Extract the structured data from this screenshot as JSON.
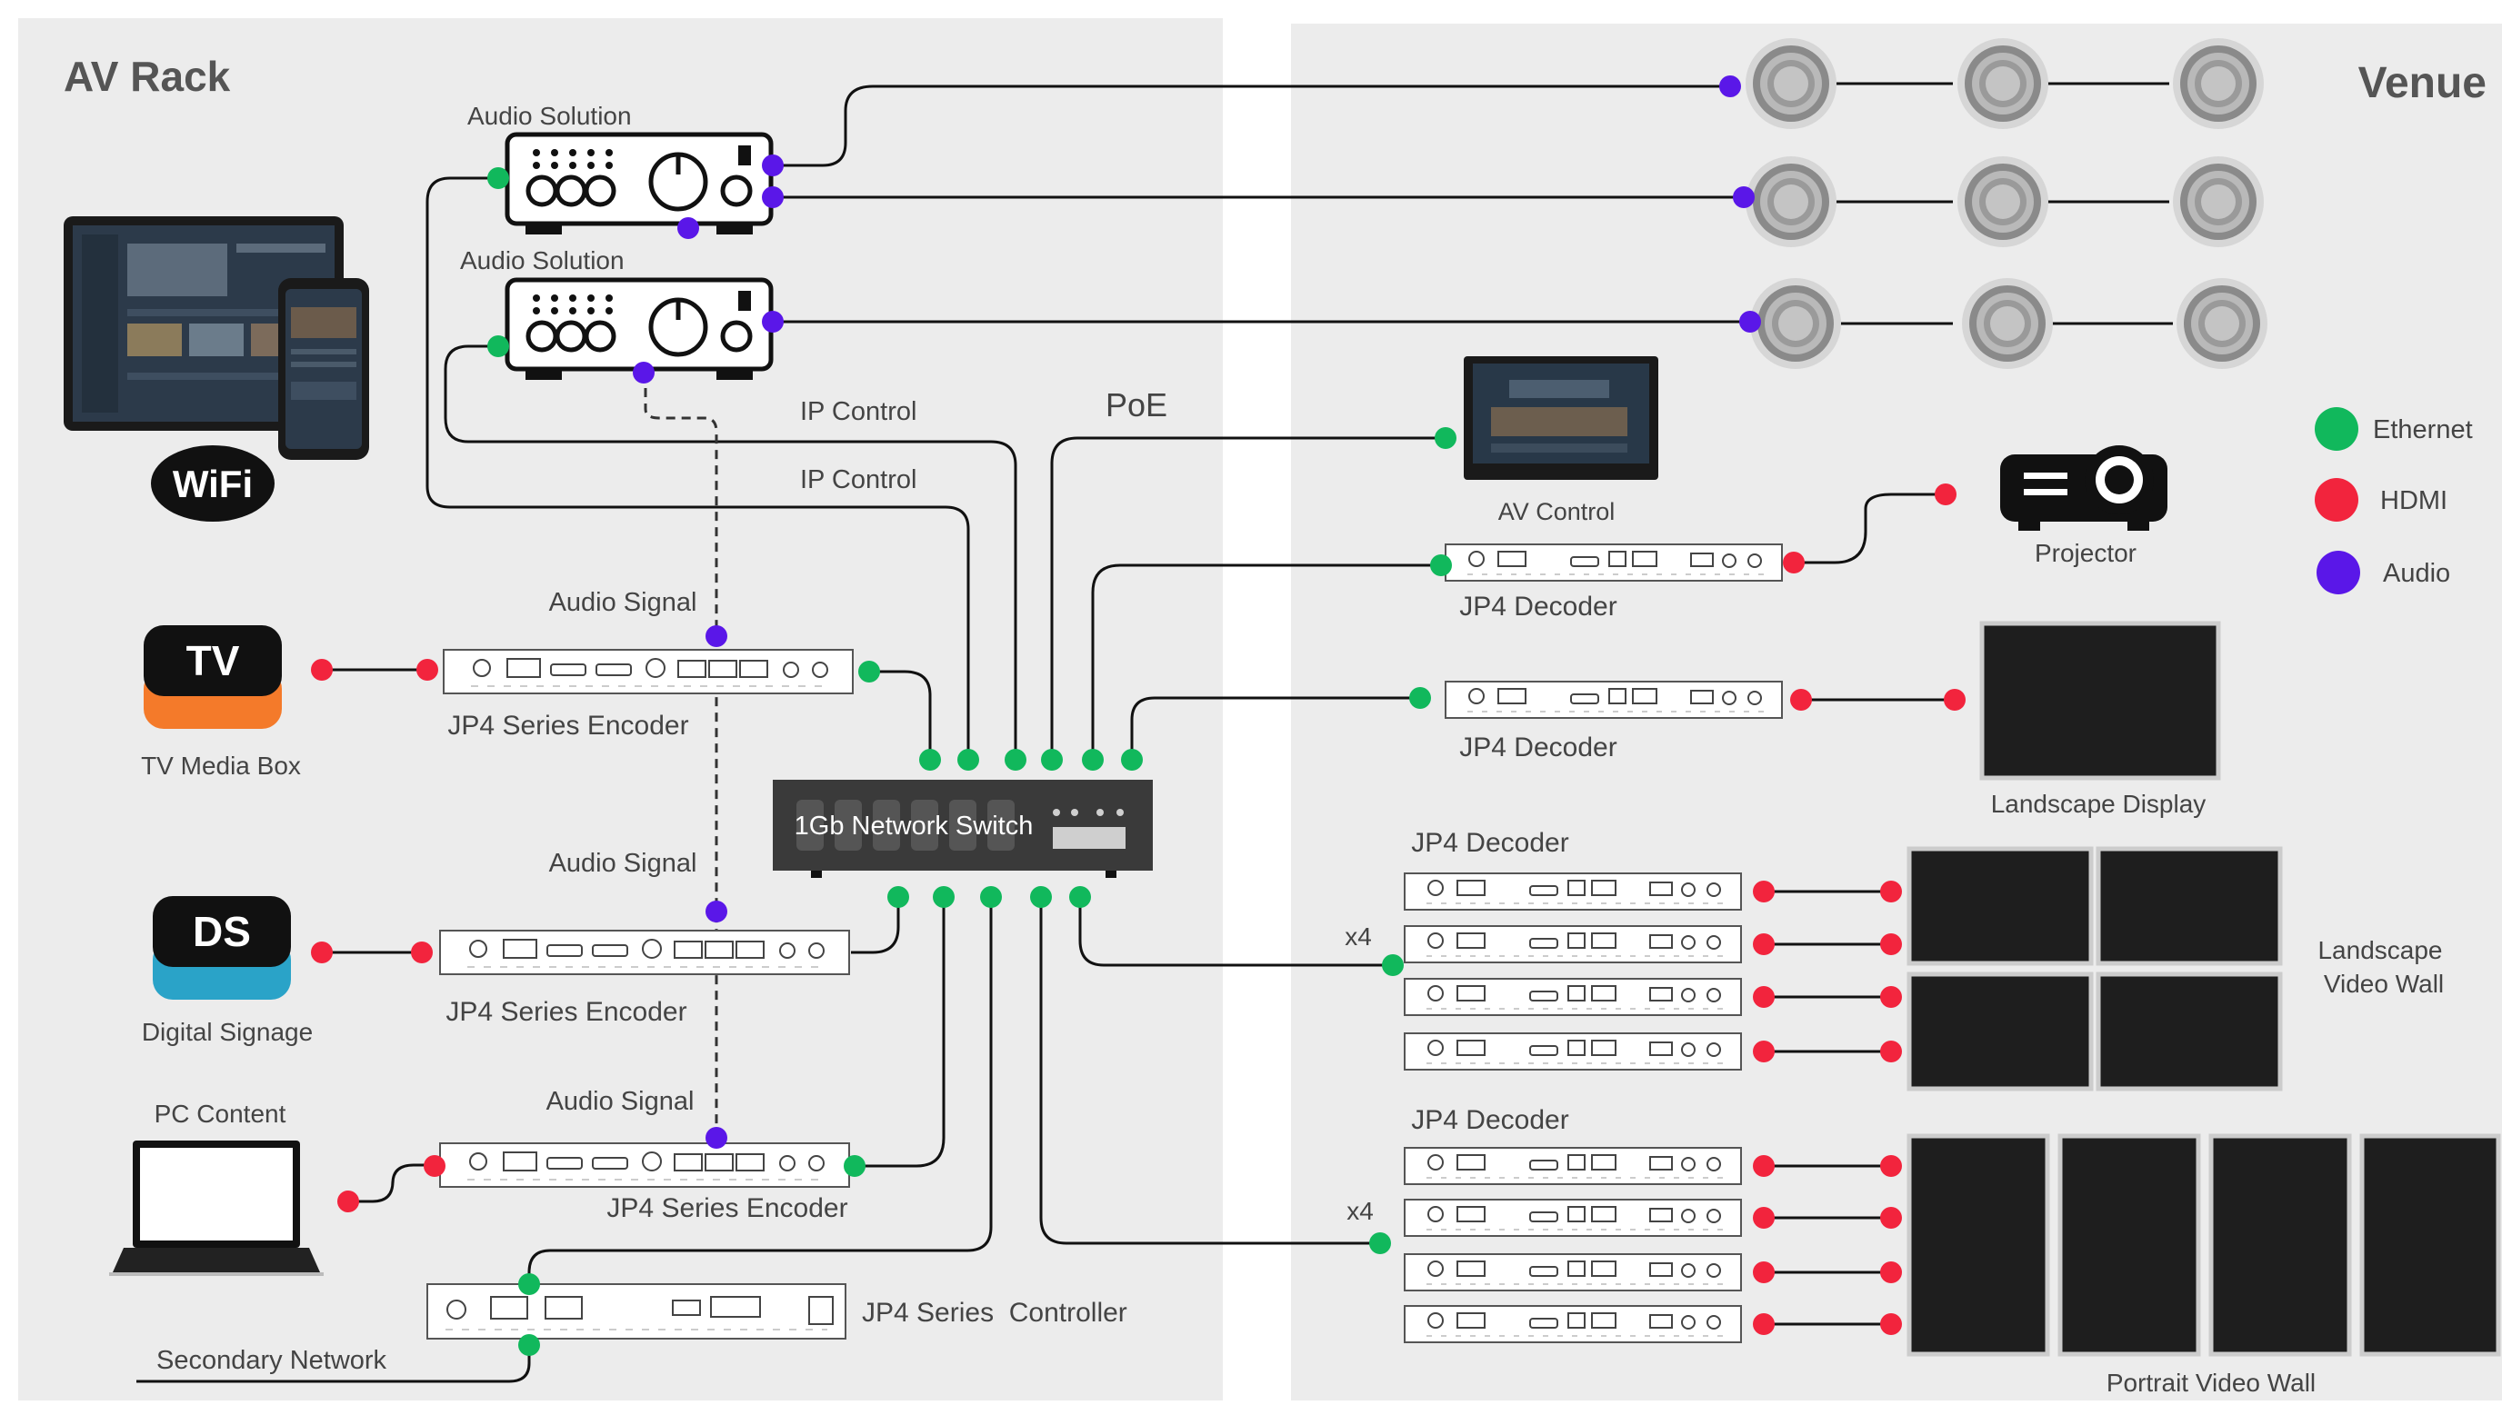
{
  "panels": {
    "left_title": "AV Rack",
    "right_title": "Venue"
  },
  "labels": {
    "audio_solution_1": "Audio Solution",
    "audio_solution_2": "Audio Solution",
    "ip_control_1": "IP Control",
    "ip_control_2": "IP Control",
    "poe": "PoE",
    "av_control": "AV Control",
    "projector": "Projector",
    "jp4_decoder_1": "JP4 Decoder",
    "jp4_decoder_2": "JP4 Decoder",
    "landscape_display": "Landscape Display",
    "jp4_decoder_group_1": "JP4 Decoder",
    "jp4_decoder_group_2": "JP4 Decoder",
    "x4_1": "x4",
    "x4_2": "x4",
    "landscape_video_wall_1": "Landscape",
    "landscape_video_wall_2": "Video Wall",
    "portrait_video_wall": "Portrait Video Wall",
    "audio_signal_1": "Audio Signal",
    "audio_signal_2": "Audio Signal",
    "audio_signal_3": "Audio Signal",
    "encoder_1": "JP4 Series Encoder",
    "encoder_2": "JP4 Series Encoder",
    "encoder_3": "JP4 Series Encoder",
    "controller": "JP4 Series  Controller",
    "network_switch": "1Gb Network Switch",
    "tv_media_box": "TV Media Box",
    "digital_signage": "Digital Signage",
    "pc_content": "PC Content",
    "secondary_network": "Secondary Network",
    "tv_icon_text": "TV",
    "ds_icon_text": "DS",
    "wifi_text": "WiFi"
  },
  "legend": [
    {
      "label": "Ethernet",
      "color": "#11b85c"
    },
    {
      "label": "HDMI",
      "color": "#f2243d"
    },
    {
      "label": "Audio",
      "color": "#5a17e8"
    }
  ],
  "colors": {
    "ethernet": "#11b85c",
    "hdmi": "#f2243d",
    "audio": "#5a17e8",
    "panel": "#ececec",
    "device_dark": "#1f1f1f",
    "tv_accent": "#f47a2a",
    "ds_accent": "#2aa3c8"
  },
  "icons": [
    "tablet-icon",
    "phone-icon",
    "wifi-icon",
    "tv-icon",
    "ds-icon",
    "laptop-icon",
    "projector-icon",
    "speaker-icon",
    "touch-panel-icon"
  ]
}
